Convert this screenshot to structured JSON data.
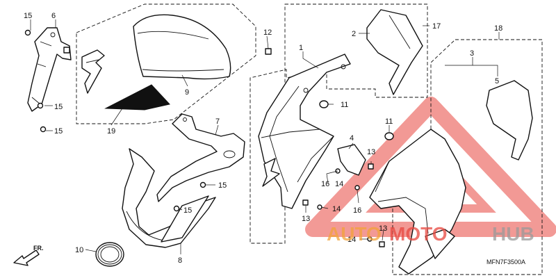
{
  "diagram": {
    "code": "MFN7F3500A",
    "fr_label": "FR.",
    "callouts": {
      "c1": "1",
      "c2": "2",
      "c3": "3",
      "c4": "4",
      "c5": "5",
      "c6": "6",
      "c7": "7",
      "c8": "8",
      "c9": "9",
      "c10": "10",
      "c11": "11",
      "c12": "12",
      "c13": "13",
      "c14": "14",
      "c15": "15",
      "c16": "16",
      "c17": "17",
      "c18": "18",
      "c19": "19"
    }
  },
  "watermark": {
    "text_auto": "AUTO",
    "text_moto": "MOTO",
    "text_hub": "HUB",
    "colors": {
      "orange": "#f2a33a",
      "red": "#e8473f",
      "gray": "#9a9a9a"
    }
  }
}
